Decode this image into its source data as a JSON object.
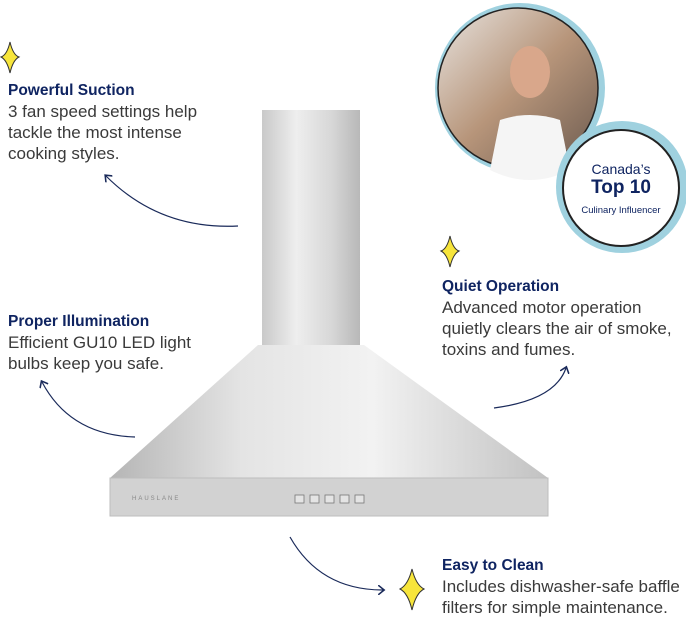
{
  "features": [
    {
      "title": "Powerful Suction",
      "text": "3 fan speed settings help tackle the most intense cooking styles."
    },
    {
      "title": "Proper Illumination",
      "text": "Efficient GU10 LED light bulbs keep you safe."
    },
    {
      "title": "Quiet Operation",
      "text": "Advanced motor operation quietly clears the air of smoke, toxins and fumes."
    },
    {
      "title": "Easy to Clean",
      "text": "Includes dishwasher-safe baffle filters for simple maintenance."
    }
  ],
  "badge": {
    "line1": "Canada’s",
    "line2": "Top 10",
    "line3": "Culinary Influencer"
  },
  "product": {
    "brand": "HAUSLANE"
  },
  "colors": {
    "title": "#0f2461",
    "sparkle": "#f7e53b",
    "ring": "#9fd1df",
    "arrow": "#1a2a5a"
  },
  "icons": [
    "sparkle-icon",
    "curved-arrow-icon",
    "control-buttons"
  ]
}
